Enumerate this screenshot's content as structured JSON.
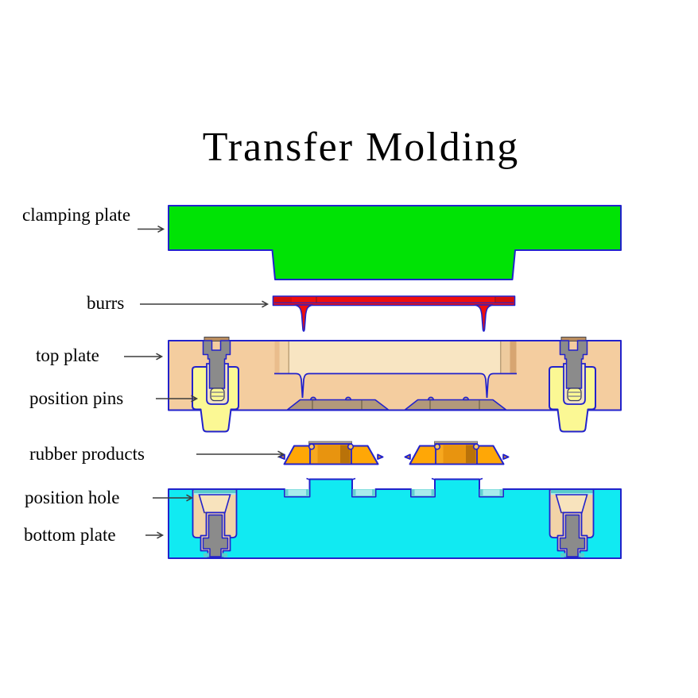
{
  "title": "Transfer Molding",
  "labels": [
    {
      "id": "clamping-plate",
      "text": "clamping plate"
    },
    {
      "id": "burrs",
      "text": "burrs"
    },
    {
      "id": "top-plate",
      "text": "top plate"
    },
    {
      "id": "position-pins",
      "text": "position pins"
    },
    {
      "id": "rubber-products",
      "text": "rubber products"
    },
    {
      "id": "position-hole",
      "text": "position hole"
    },
    {
      "id": "bottom-plate",
      "text": "bottom plate"
    }
  ],
  "colors": {
    "outline": "#2222cc",
    "clamping_plate": "#00e305",
    "burrs": "#ee0e0e",
    "top_plate": "#f4cd9f",
    "pocket": "#f8e5c2",
    "cavity": "#b2997a",
    "pins": "#fbf894",
    "bolt": "#8b8b8b",
    "rubber": "#ffa706",
    "rubber_insert": "#e8940f",
    "bottom_plate": "#11eaf2",
    "recess_teal": "#63d2d2",
    "insert_tan": "#f2d3a7",
    "label_text": "#000000",
    "arrow": "#3c3c3c"
  }
}
